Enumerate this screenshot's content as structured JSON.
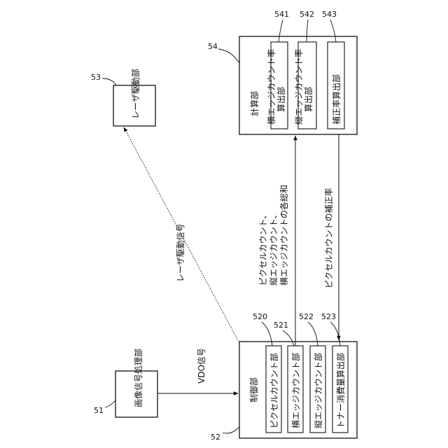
{
  "blocks": {
    "image_processor": {
      "ref": "51",
      "label": "画像信号処理部"
    },
    "controller": {
      "ref": "52",
      "label": "制御部",
      "children": [
        {
          "ref": "520",
          "label": "ピクセルカウント部"
        },
        {
          "ref": "521",
          "label": "横エッジカウント部"
        },
        {
          "ref": "522",
          "label": "縦エッジカウント部"
        },
        {
          "ref": "523",
          "label": "トナー消費量算出部"
        }
      ]
    },
    "laser_driver": {
      "ref": "53",
      "label": "レーザ駆動部"
    },
    "calculator": {
      "ref": "54",
      "label": "計算部",
      "children": [
        {
          "ref": "541",
          "label": "横エッジカウント率算出部"
        },
        {
          "ref": "542",
          "label": "縦エッジカウント率算出部"
        },
        {
          "ref": "543",
          "label": "補正率算出部"
        }
      ]
    }
  },
  "signals": {
    "vdo": "VDO信号",
    "laser_drive": "レーザ駆動信号",
    "counts_line1": "ピクセルカウント、",
    "counts_line2": "縦エッジカウント、",
    "counts_line3": "横エッジカウントの各総和",
    "correction": "ピクセルカウントの補正率"
  }
}
